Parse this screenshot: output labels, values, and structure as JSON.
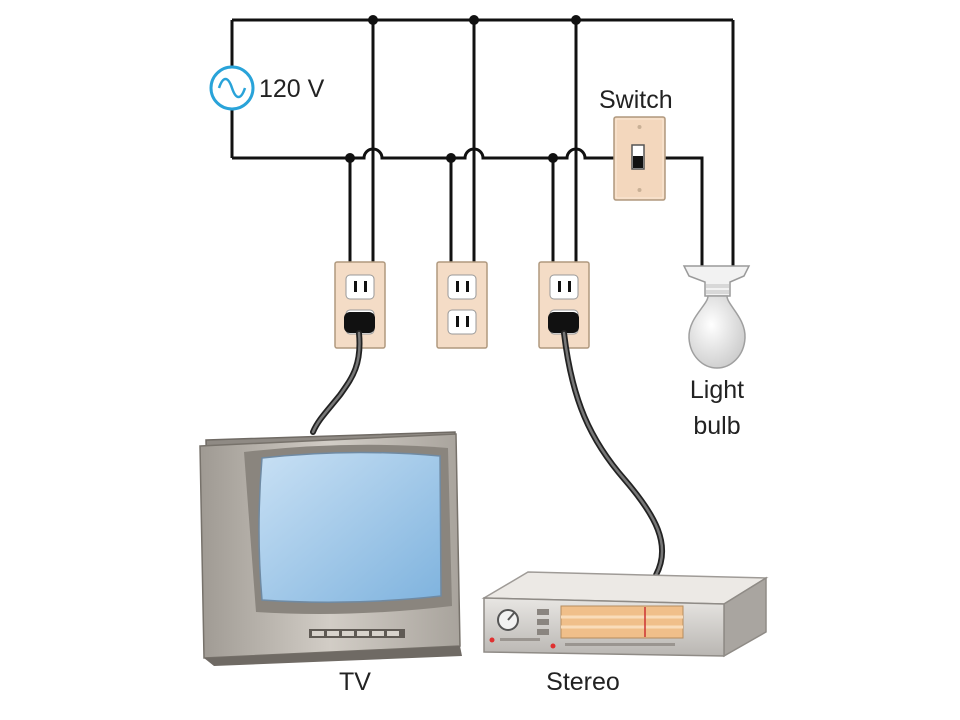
{
  "source": {
    "voltage_label": "120 V"
  },
  "switch": {
    "label": "Switch"
  },
  "light_bulb": {
    "label_line1": "Light",
    "label_line2": "bulb"
  },
  "devices": {
    "tv_label": "TV",
    "stereo_label": "Stereo"
  },
  "colors": {
    "wire": "#111111",
    "source_ring": "#29a3d9",
    "outlet_plate": "#f4dcc6",
    "switch_plate": "#f3d7bd",
    "tv_screen": "#a9cdea",
    "tv_body": "#bdb8b1",
    "stereo_body": "#d9d6d2",
    "stereo_display": "#f0bf8a",
    "cord": "#555555"
  }
}
